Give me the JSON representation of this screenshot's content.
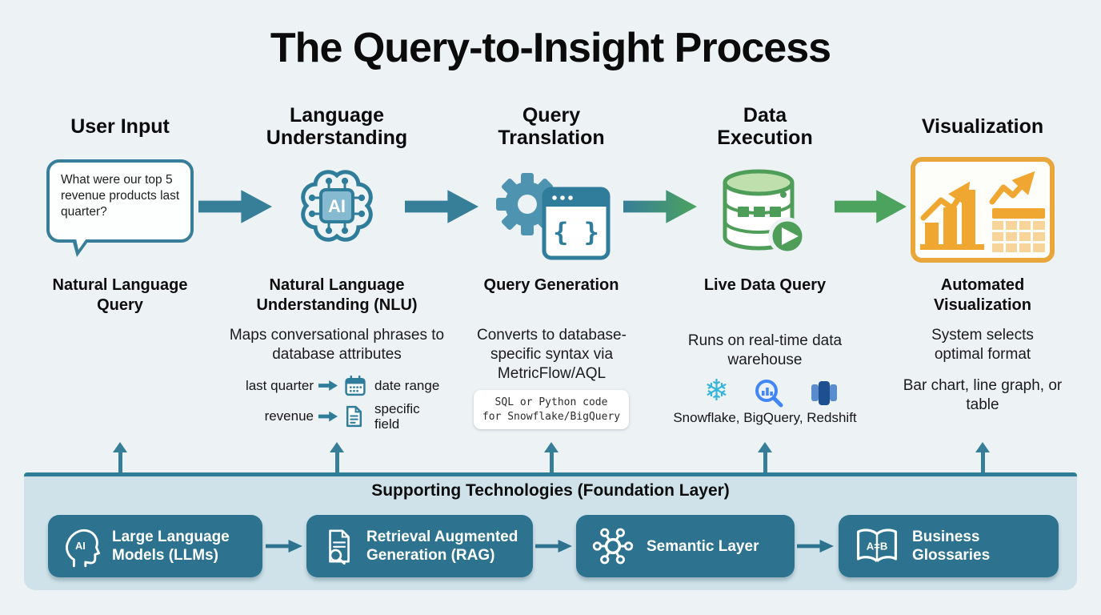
{
  "title": "The Query-to-Insight Process",
  "columns": [
    {
      "header": "User Input",
      "bubble": "What were our top 5 revenue products last quarter?",
      "label": "Natural Language Query"
    },
    {
      "header": "Language Understanding",
      "ai_chip": "AI",
      "label": "Natural Language Understanding (NLU)",
      "description": "Maps conversational phrases to database attributes",
      "mappings": [
        {
          "from": "last quarter",
          "to": "date range"
        },
        {
          "from": "revenue",
          "to": "specific field"
        }
      ]
    },
    {
      "header": "Query Translation",
      "braces": "{ }",
      "label": "Query Generation",
      "description": "Converts to database-specific syntax via MetricFlow/AQL",
      "code_line1": "SQL or Python code",
      "code_line2": "for Snowflake/BigQuery"
    },
    {
      "header": "Data Execution",
      "label": "Live Data Query",
      "description": "Runs on real-time data warehouse",
      "snowflake_glyph": "❄",
      "warehouses": "Snowflake, BigQuery, Redshift"
    },
    {
      "header": "Visualization",
      "label": "Automated Visualization",
      "description": "System selects optimal format",
      "formats": "Bar chart, line graph, or table"
    }
  ],
  "foundation": {
    "heading": "Supporting Technologies (Foundation Layer)",
    "items": [
      {
        "label": "Large Language Models (LLMs)",
        "icon": "ai-head-icon",
        "icon_text": "AI"
      },
      {
        "label": "Retrieval Augmented Generation (RAG)",
        "icon": "document-search-icon"
      },
      {
        "label": "Semantic Layer",
        "icon": "network-icon"
      },
      {
        "label": "Business Glossaries",
        "icon": "glossary-book-icon",
        "icon_text": "A=B"
      }
    ]
  },
  "colors": {
    "teal": "#377e99",
    "green": "#4ba35e",
    "orange": "#f0a731",
    "button_teal": "#2d7390",
    "band_bg": "#cfe2e9",
    "page_bg": "#edf2f5"
  }
}
